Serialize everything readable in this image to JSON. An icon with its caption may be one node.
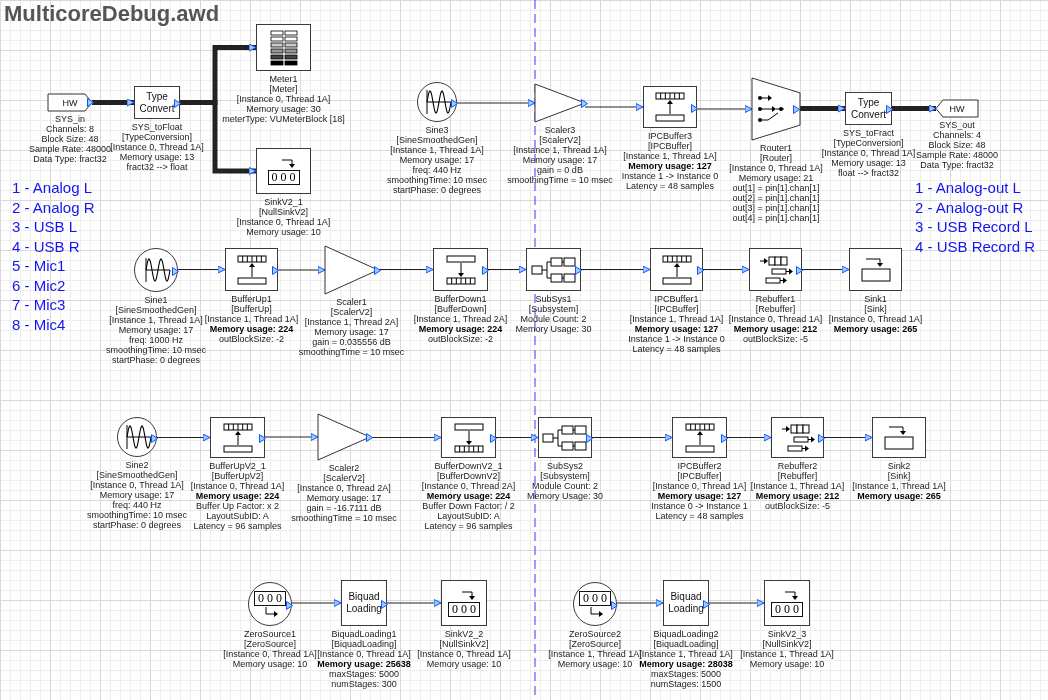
{
  "diagram": {
    "title": "MulticoreDebug.awd",
    "nodes": [
      {
        "text": [
          "HW"
        ],
        "beside": [
          "SYS_in",
          "Channels: 8",
          "Block Size: 48",
          "Sample Rate: 48000",
          "Data Type: fract32"
        ]
      },
      {
        "text": [
          "Type Convert"
        ],
        "beside": [
          "SYS_toFloat",
          "[TypeConversion]",
          "[Instance 0, Thread 1A]",
          "Memory usage: 13",
          "fract32 --> float"
        ]
      },
      {
        "text": [],
        "shape": "box",
        "beside": [
          "Meter1",
          "[Meter]",
          "[Instance 0, Thread 1A]",
          "Memory usage: 30",
          "meterType: VUMeterBlock [18]"
        ]
      },
      {
        "text": [
          "0 0 0"
        ],
        "beside": [
          "SinkV2_1",
          "[NullSinkV2]",
          "[Instance 0, Thread 1A]",
          "Memory usage: 10"
        ]
      },
      {
        "text": [],
        "shape": "circle",
        "beside": [
          "Sine3",
          "[SineSmoothedGen]",
          "[Instance 1, Thread 1A]",
          "Memory usage: 17",
          "freq: 440 Hz",
          "smoothingTime: 10 msec",
          "startPhase: 0 degrees"
        ]
      },
      {
        "text": [],
        "shape": "triangle",
        "beside": [
          "Scaler3",
          "[ScalerV2]",
          "[Instance 1, Thread 1A]",
          "Memory usage: 17",
          "gain = 0 dB",
          "smoothingTime = 10 msec"
        ]
      },
      {
        "text": [],
        "shape": "box",
        "beside": [
          "IPCBuffer3",
          "[IPCBuffer]",
          "[Instance 1, Thread 1A]",
          "**Memory usage: 127**",
          "Instance 1 -> Instance 0",
          "Latency = 48 samples"
        ]
      },
      {
        "text": [],
        "shape": "trapezoid",
        "beside": [
          "Router1",
          "[Router]",
          "[Instance 0, Thread 1A]",
          "Memory usage: 21",
          "out[1] = pin[1].chan[1]",
          "out[2] = pin[1].chan[1]",
          "out[3] = pin[1].chan[1]",
          "out[4] = pin[1].chan[1]"
        ]
      },
      {
        "text": [
          "Type Convert"
        ],
        "beside": [
          "SYS_toFract",
          "[TypeConversion]",
          "[Instance 0, Thread 1A]",
          "Memory usage: 13",
          "float --> fract32"
        ]
      },
      {
        "text": [
          "HW"
        ],
        "beside": [
          "SYS_out",
          "Channels: 4",
          "Block Size: 48",
          "Sample Rate: 48000",
          "Data Type: fract32"
        ]
      },
      {
        "text": [],
        "shape": "circle",
        "beside": [
          "Sine1",
          "[SineSmoothedGen]",
          "[Instance 1, Thread 1A]",
          "Memory usage: 17",
          "freq: 1000 Hz",
          "smoothingTime: 10 msec",
          "startPhase: 0 degrees"
        ]
      },
      {
        "text": [],
        "shape": "box",
        "beside": [
          "BufferUp1",
          "[BufferUp]",
          "[Instance 1, Thread 1A]",
          "**Memory usage: 224**",
          "outBlockSize: -2"
        ]
      },
      {
        "text": [],
        "shape": "triangle",
        "beside": [
          "Scaler1",
          "[ScalerV2]",
          "[Instance 1, Thread 2A]",
          "Memory usage: 17",
          "gain = 0.035556 dB",
          "smoothingTime = 10 msec"
        ]
      },
      {
        "text": [],
        "shape": "box",
        "beside": [
          "BufferDown1",
          "[BufferDown]",
          "[Instance 1, Thread 2A]",
          "**Memory usage: 224**",
          "outBlockSize: -2"
        ]
      },
      {
        "text": [],
        "shape": "box",
        "beside": [
          "SubSys1",
          "[Subsystem]",
          "Module Count: 2",
          "Memory Usage: 30"
        ]
      },
      {
        "text": [],
        "shape": "box",
        "beside": [
          "IPCBuffer1",
          "[IPCBuffer]",
          "[Instance 1, Thread 1A]",
          "**Memory usage: 127**",
          "Instance 1 -> Instance 0",
          "Latency = 48 samples"
        ]
      },
      {
        "text": [],
        "shape": "box",
        "beside": [
          "Rebuffer1",
          "[Rebuffer]",
          "[Instance 0, Thread 1A]",
          "**Memory usage: 212**",
          "outBlockSize: -5"
        ]
      },
      {
        "text": [],
        "shape": "box",
        "beside": [
          "Sink1",
          "[Sink]",
          "[Instance 0, Thread 1A]",
          "**Memory usage: 265**"
        ]
      },
      {
        "text": [],
        "shape": "circle",
        "beside": [
          "Sine2",
          "[SineSmoothedGen]",
          "[Instance 0, Thread 1A]",
          "Memory usage: 17",
          "freq: 440 Hz",
          "smoothingTime: 10 msec",
          "startPhase: 0 degrees"
        ]
      },
      {
        "text": [],
        "shape": "box",
        "beside": [
          "BufferUpV2_1",
          "[BufferUpV2]",
          "[Instance 0, Thread 1A]",
          "**Memory usage: 224**",
          "Buffer Up Factor: x 2",
          "LayoutSubID: A",
          "Latency = 96 samples"
        ]
      },
      {
        "text": [],
        "shape": "triangle",
        "beside": [
          "Scaler2",
          "[ScalerV2]",
          "[Instance 0, Thread 2A]",
          "Memory usage: 17",
          "gain = -16.7111 dB",
          "smoothingTime = 10 msec"
        ]
      },
      {
        "text": [],
        "shape": "box",
        "beside": [
          "BufferDownV2_1",
          "[BufferDownV2]",
          "[Instance 0, Thread 2A]",
          "**Memory usage: 224**",
          "Buffer Down Factor: / 2",
          "LayoutSubID: A",
          "Latency = 96 samples"
        ]
      },
      {
        "text": [],
        "shape": "box",
        "beside": [
          "SubSys2",
          "[Subsystem]",
          "Module Count: 2",
          "Memory Usage: 30"
        ]
      },
      {
        "text": [],
        "shape": "box",
        "beside": [
          "IPCBuffer2",
          "[IPCBuffer]",
          "[Instance 0, Thread 1A]",
          "**Memory usage: 127**",
          "Instance 0 -> Instance 1",
          "Latency = 48 samples"
        ]
      },
      {
        "text": [],
        "shape": "box",
        "beside": [
          "Rebuffer2",
          "[Rebuffer]",
          "[Instance 1, Thread 1A]",
          "**Memory usage: 212**",
          "outBlockSize: -5"
        ]
      },
      {
        "text": [],
        "shape": "box",
        "beside": [
          "Sink2",
          "[Sink]",
          "[Instance 1, Thread 1A]",
          "**Memory usage: 265**"
        ]
      },
      {
        "text": [
          "0 0 0"
        ],
        "beside": [
          "ZeroSource1",
          "[ZeroSource]",
          "[Instance 0, Thread 1A]",
          "Memory usage: 10"
        ]
      },
      {
        "text": [
          "Biquad Loading"
        ],
        "beside": [
          "BiquadLoading1",
          "[BiquadLoading]",
          "[Instance 0, Thread 1A]",
          "**Memory usage: 25638**",
          "maxStages: 5000",
          "numStages: 300"
        ]
      },
      {
        "text": [
          "0 0 0"
        ],
        "beside": [
          "SinkV2_2",
          "[NullSinkV2]",
          "[Instance 0, Thread 1A]",
          "Memory usage: 10"
        ]
      },
      {
        "text": [
          "0 0 0"
        ],
        "beside": [
          "ZeroSource2",
          "[ZeroSource]",
          "[Instance 1, Thread 1A]",
          "Memory usage: 10"
        ]
      },
      {
        "text": [
          "Biquad Loading"
        ],
        "beside": [
          "BiquadLoading2",
          "[BiquadLoading]",
          "[Instance 1, Thread 1A]",
          "**Memory usage: 28038**",
          "maxStages: 5000",
          "numStages: 1500"
        ]
      },
      {
        "text": [
          "0 0 0"
        ],
        "beside": [
          "SinkV2_3",
          "[NullSinkV2]",
          "[Instance 1, Thread 1A]",
          "Memory usage: 10"
        ]
      }
    ],
    "edges": [
      {
        "from": 0,
        "to": 1,
        "arrow": "to",
        "style": "thick"
      },
      {
        "from": 1,
        "to": 2,
        "arrow": "to",
        "style": "thick"
      },
      {
        "from": 1,
        "to": 3,
        "arrow": "to",
        "style": "thick"
      },
      {
        "from": 4,
        "to": 5,
        "arrow": "to"
      },
      {
        "from": 5,
        "to": 6,
        "arrow": "to"
      },
      {
        "from": 6,
        "to": 7,
        "arrow": "to"
      },
      {
        "from": 7,
        "to": 8,
        "arrow": "to",
        "style": "thick"
      },
      {
        "from": 8,
        "to": 9,
        "arrow": "to",
        "style": "thick"
      },
      {
        "from": 10,
        "to": 11,
        "arrow": "to"
      },
      {
        "from": 11,
        "to": 12,
        "arrow": "to"
      },
      {
        "from": 12,
        "to": 13,
        "arrow": "to"
      },
      {
        "from": 13,
        "to": 14,
        "arrow": "to"
      },
      {
        "from": 14,
        "to": 15,
        "arrow": "to"
      },
      {
        "from": 15,
        "to": 16,
        "arrow": "to"
      },
      {
        "from": 16,
        "to": 17,
        "arrow": "to"
      },
      {
        "from": 18,
        "to": 19,
        "arrow": "to"
      },
      {
        "from": 19,
        "to": 20,
        "arrow": "to"
      },
      {
        "from": 20,
        "to": 21,
        "arrow": "to"
      },
      {
        "from": 21,
        "to": 22,
        "arrow": "to"
      },
      {
        "from": 22,
        "to": 23,
        "arrow": "to"
      },
      {
        "from": 23,
        "to": 24,
        "arrow": "to"
      },
      {
        "from": 24,
        "to": 25,
        "arrow": "to"
      },
      {
        "from": 26,
        "to": 27,
        "arrow": "to"
      },
      {
        "from": 27,
        "to": 28,
        "arrow": "to"
      },
      {
        "from": 29,
        "to": 30,
        "arrow": "to"
      },
      {
        "from": 30,
        "to": 31,
        "arrow": "to"
      }
    ],
    "labels": [
      "1 - Analog L",
      "2 - Analog R",
      "3 - USB L",
      "4 - USB R",
      "5 - Mic1",
      "6 - Mic2",
      "7 - Mic3",
      "8 - Mic4",
      "1 - Analog-out L",
      "2 - Analog-out R",
      "3 - USB Record L",
      "4 - USB Record R"
    ]
  }
}
